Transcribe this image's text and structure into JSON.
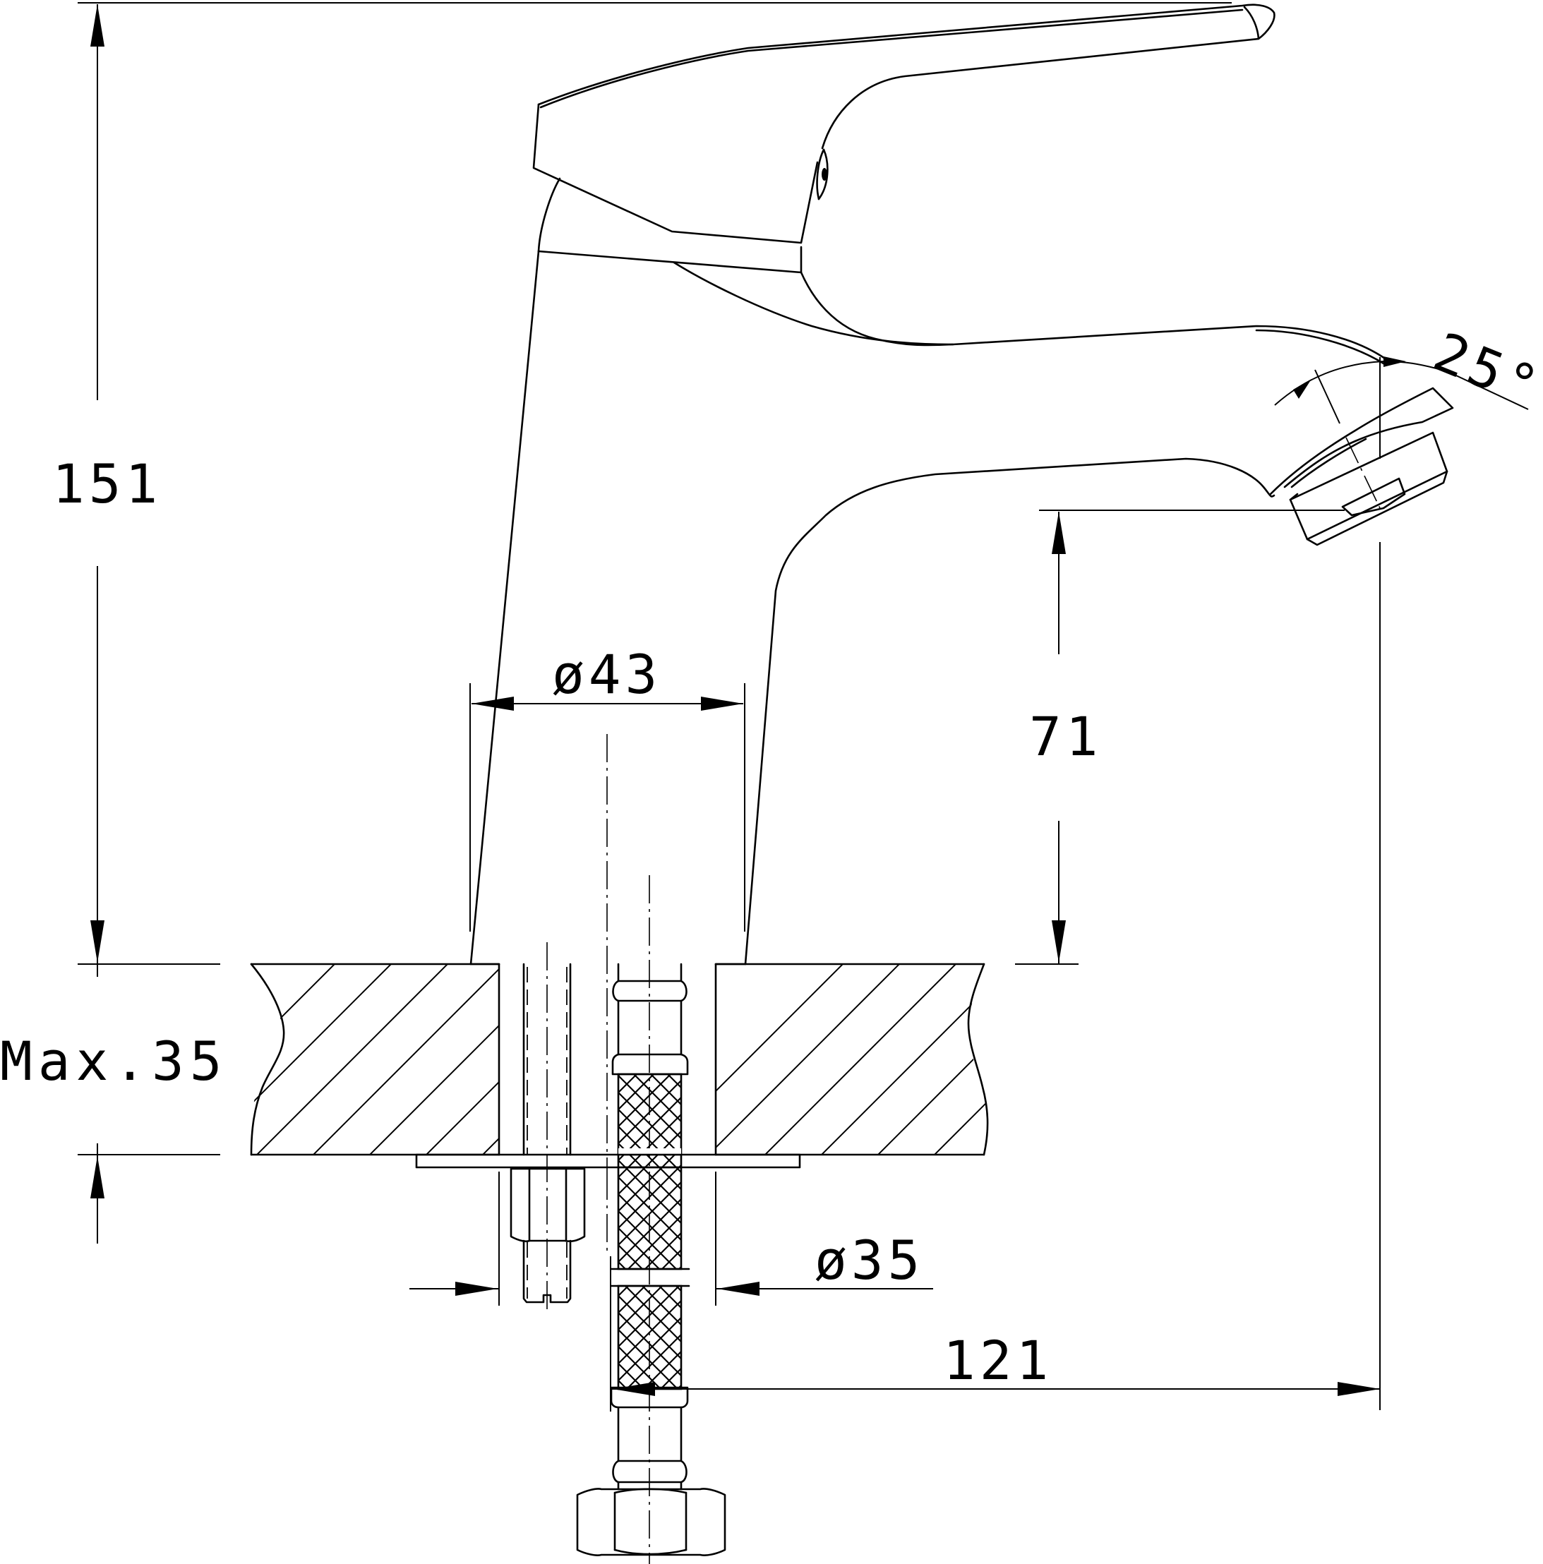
{
  "drawing": {
    "subject": "Single-lever basin mixer faucet technical drawing",
    "units": "mm",
    "line_color": "#000000",
    "background": "#ffffff"
  },
  "dimensions": {
    "total_height": "151",
    "spout_height": "71",
    "base_diameter": "ø43",
    "hole_diameter": "ø35",
    "spout_reach": "121",
    "max_countertop_thickness": "Max.35",
    "aerator_angle": "25°"
  }
}
